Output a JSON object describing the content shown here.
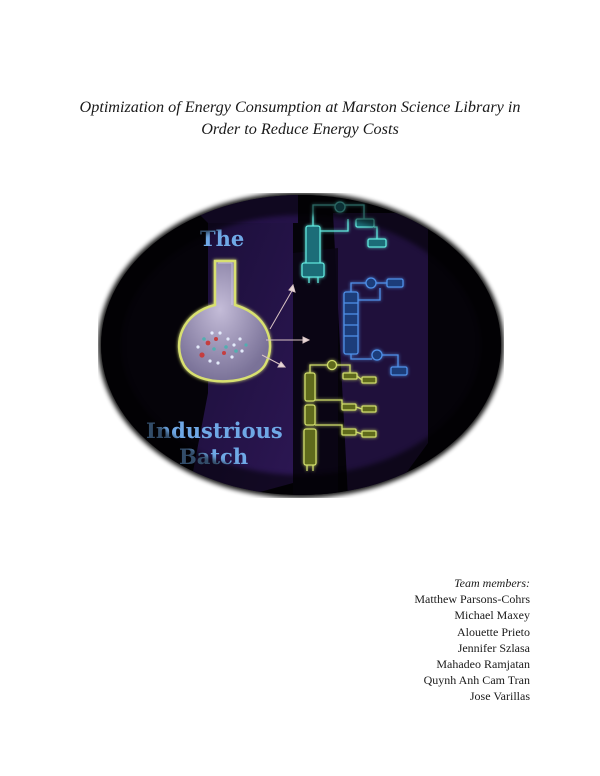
{
  "document": {
    "title_line1": "Optimization of Energy Consumption at Marston Science Library in",
    "title_line2": "Order to Reduce Energy Costs"
  },
  "cover_image": {
    "text_top": "The",
    "text_bottom_1": "Industrious",
    "text_bottom_2": "Batch",
    "colors": {
      "background": "#050309",
      "purple_beam": "#2a1650",
      "text_blue": "#6fa8e6",
      "flask_outline": "#d8e070",
      "flask_fill": "#9a92b8",
      "cyan_diagram": "#5ee6dc",
      "blue_diagram": "#4f8fe8",
      "yellow_diagram": "#cfdc6a"
    }
  },
  "team": {
    "heading": "Team members:",
    "members": [
      "Matthew Parsons-Cohrs",
      "Michael Maxey",
      "Alouette Prieto",
      "Jennifer Szlasa",
      "Mahadeo Ramjatan",
      "Quynh Anh Cam Tran",
      "Jose Varillas"
    ]
  }
}
